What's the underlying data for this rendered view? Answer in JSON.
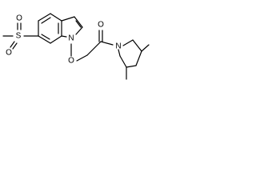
{
  "molecule": {
    "atoms": {
      "sulfonyl_o_top": "O",
      "sulfonyl_s": "S",
      "sulfonyl_o_left": "O",
      "indole_n": "N",
      "ether_o": "O",
      "carbonyl_o": "O",
      "piperidine_n": "N"
    }
  }
}
